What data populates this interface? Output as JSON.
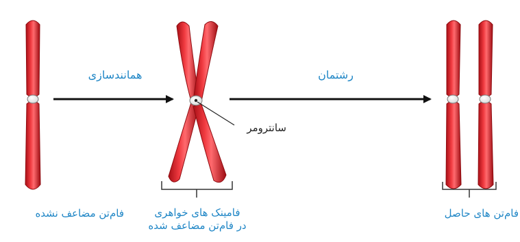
{
  "labels": {
    "unreplicated": "فام‌تن مضاعف نشده",
    "replication_arrow": "همانندسازی",
    "sister_line1": "فامینک های خواهری",
    "sister_line2": "در فام‌تن مضاعف شده",
    "centromere": "سانترومر",
    "separation_arrow": "رشتمان",
    "resulting": "فام‌تن های حاصل"
  },
  "colors": {
    "chromosome": "#e8232b",
    "chromosome_dark": "#b71219",
    "arrow": "#111111",
    "label_text": "#1f86c6",
    "centromere_label": "#222222"
  }
}
